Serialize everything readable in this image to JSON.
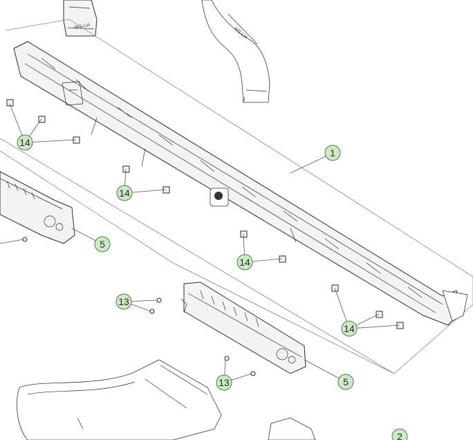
{
  "callouts": {
    "c1": "1",
    "c2": "2",
    "c5a": "5",
    "c5b": "5",
    "c13a": "13",
    "c13b": "13",
    "c14a": "14",
    "c14b": "14",
    "c14c": "14",
    "c14d": "14"
  },
  "duct_labels": {
    "left_duct": "WS-LH",
    "right_duct": "WS-LH"
  },
  "colors": {
    "callout_fill": "#cfe8c8",
    "callout_stroke": "#4a7a44",
    "line": "#2a2a2a"
  }
}
